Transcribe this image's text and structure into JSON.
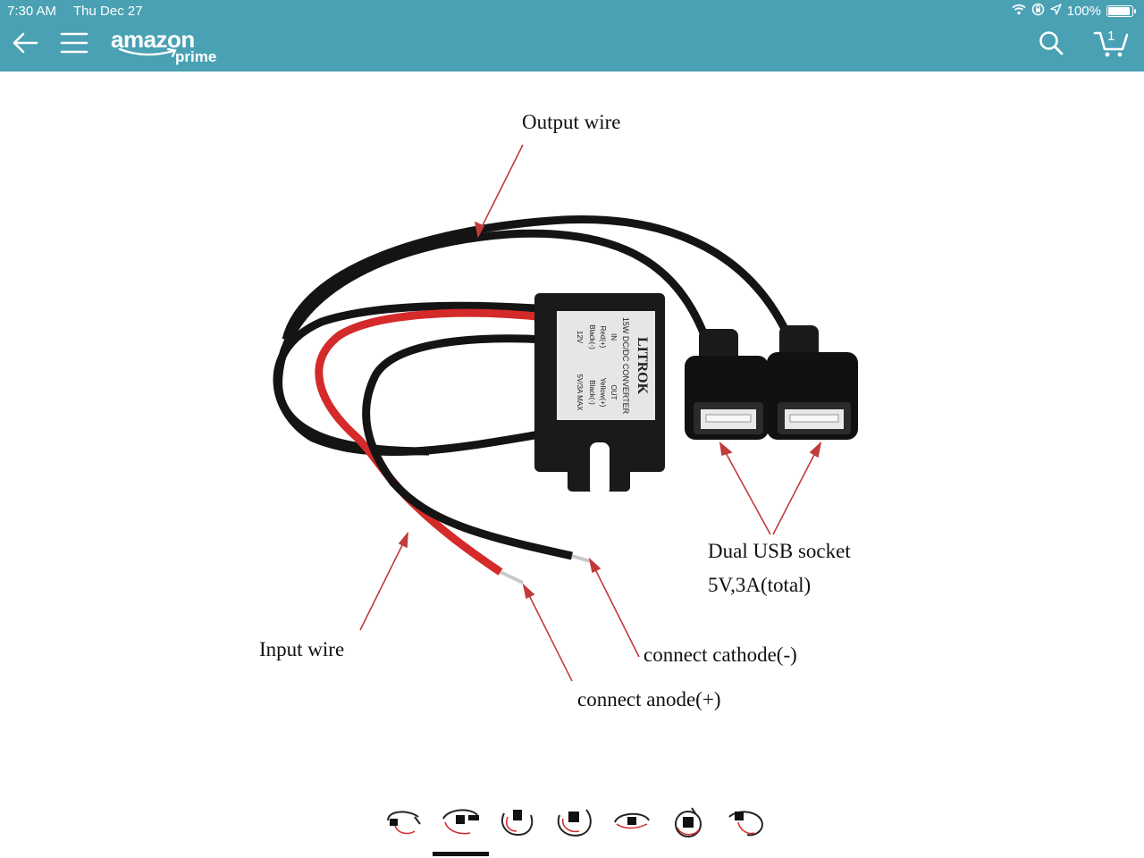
{
  "status_bar": {
    "time": "7:30 AM",
    "date": "Thu Dec 27",
    "battery": "100%",
    "battery_level": 1.0
  },
  "nav": {
    "logo_main": "amazon",
    "logo_sub": "prime",
    "cart_count": "1"
  },
  "product_image": {
    "labels": {
      "output_wire": "Output wire",
      "dual_usb_line1": "Dual USB socket",
      "dual_usb_line2": "5V,3A(total)",
      "input_wire": "Input wire",
      "cathode": "connect cathode(-)",
      "anode": "connect anode(+)"
    },
    "device_label": {
      "brand": "LITROK",
      "line1": "15W DC/DC CONVERTER",
      "in": "IN",
      "out": "OUT",
      "red": "Red(+)",
      "yellow": "Yellow(+)",
      "black_in": "Black(-)",
      "black_out": "Black(-)",
      "v_in": "12V",
      "v_out": "5V/3A MAX"
    }
  },
  "thumbnails": {
    "count": 7,
    "selected_index": 1
  },
  "colors": {
    "nav_bg": "#4aa1b4",
    "wire_red": "#d42a2a",
    "wire_black": "#141414",
    "arrow_red": "#c23b3b"
  }
}
